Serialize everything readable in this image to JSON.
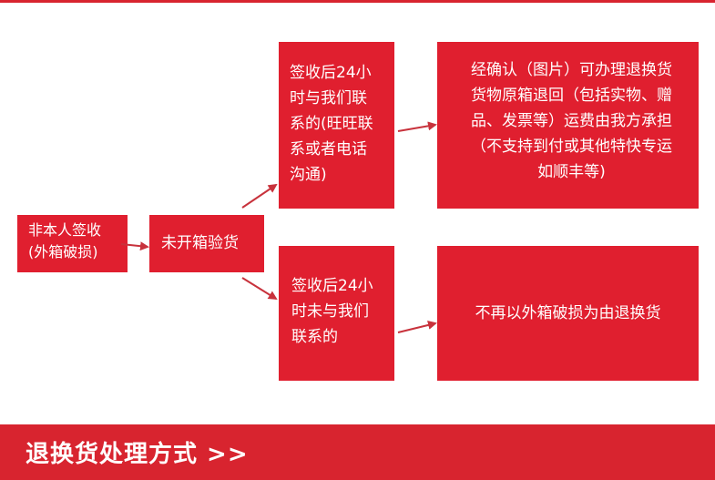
{
  "colors": {
    "accent": "#e01f2f",
    "banner": "#d8242f",
    "arrow": "#c8323c",
    "text": "#ffffff"
  },
  "boxes": {
    "start": {
      "lines": [
        "非本人签收",
        "(外箱破损)"
      ]
    },
    "unopened": {
      "lines": [
        "未开箱验货"
      ]
    },
    "within_24h": {
      "lines": [
        "签收后24小",
        "时与我们联",
        "系的(旺旺联",
        "系或者电话",
        "沟通)"
      ]
    },
    "beyond_24h": {
      "lines": [
        "签收后24小",
        "时未与我们",
        "联系的"
      ]
    },
    "result_within": {
      "lines": [
        "经确认（图片）可办理退换货",
        "货物原箱退回（包括实物、赠",
        "品、发票等）运费由我方承担",
        "（不支持到付或其他特快专运",
        "如顺丰等)"
      ]
    },
    "result_beyond": {
      "lines": [
        "不再以外箱破损为由退换货"
      ]
    }
  },
  "footer": {
    "title": "退换货处理方式 >>"
  }
}
